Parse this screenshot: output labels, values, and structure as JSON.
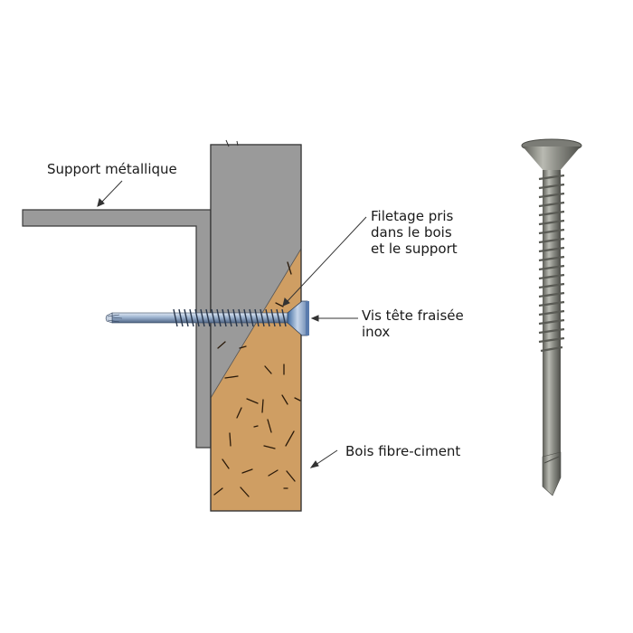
{
  "diagram": {
    "labels": {
      "metal_support": "Support métallique",
      "thread": "Filetage pris\ndans le bois\net le support",
      "screw": "Vis tête fraisée\ninox",
      "wood": "Bois fibre-ciment"
    },
    "colors": {
      "metal": "#9a9a9a",
      "metal_stroke": "#3a3a3a",
      "wood": "#cf9e63",
      "wood_fiber": "#2a1a0a",
      "screw_blue": "#8fa8c8",
      "screw_photo": "#8a8a86"
    }
  }
}
